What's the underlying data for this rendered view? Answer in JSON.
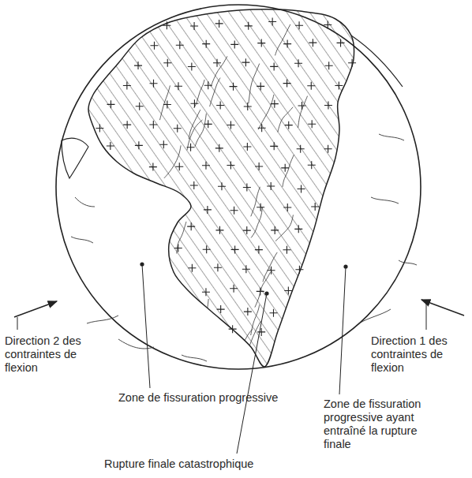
{
  "diagram": {
    "labels": [
      "Direction 2 des contraintes de flexion",
      "Direction 1 des contraintes de flexion",
      "Zone de fissuration progressive",
      "Zone de fissuration progressive ayant entraîné la rupture finale",
      "Rupture finale catastrophique"
    ]
  }
}
